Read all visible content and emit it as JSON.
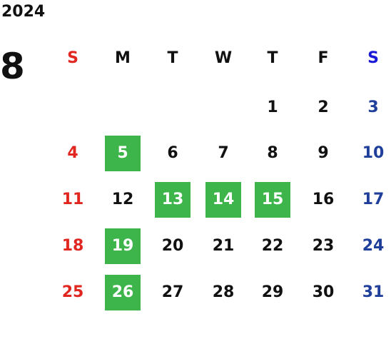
{
  "calendar": {
    "year": "2024",
    "month": "8",
    "weekdays": [
      {
        "label": "S",
        "color": "#e0261f"
      },
      {
        "label": "M",
        "color": "#111111"
      },
      {
        "label": "T",
        "color": "#111111"
      },
      {
        "label": "W",
        "color": "#111111"
      },
      {
        "label": "T",
        "color": "#111111"
      },
      {
        "label": "F",
        "color": "#111111"
      },
      {
        "label": "S",
        "color": "#1a1ad6"
      }
    ],
    "weeks": [
      [
        null,
        null,
        null,
        null,
        {
          "day": "1"
        },
        {
          "day": "2"
        },
        {
          "day": "3"
        }
      ],
      [
        {
          "day": "4"
        },
        {
          "day": "5",
          "highlight": true
        },
        {
          "day": "6"
        },
        {
          "day": "7"
        },
        {
          "day": "8"
        },
        {
          "day": "9"
        },
        {
          "day": "10"
        }
      ],
      [
        {
          "day": "11"
        },
        {
          "day": "12"
        },
        {
          "day": "13",
          "highlight": true
        },
        {
          "day": "14",
          "highlight": true
        },
        {
          "day": "15",
          "highlight": true
        },
        {
          "day": "16"
        },
        {
          "day": "17"
        }
      ],
      [
        {
          "day": "18"
        },
        {
          "day": "19",
          "highlight": true
        },
        {
          "day": "20"
        },
        {
          "day": "21"
        },
        {
          "day": "22"
        },
        {
          "day": "23"
        },
        {
          "day": "24"
        }
      ],
      [
        {
          "day": "25"
        },
        {
          "day": "26",
          "highlight": true
        },
        {
          "day": "27"
        },
        {
          "day": "28"
        },
        {
          "day": "29"
        },
        {
          "day": "30"
        },
        {
          "day": "31"
        }
      ]
    ],
    "colors": {
      "sunday": "#e0261f",
      "saturday": "#1f3f9a",
      "highlight": "#3db54a"
    }
  }
}
